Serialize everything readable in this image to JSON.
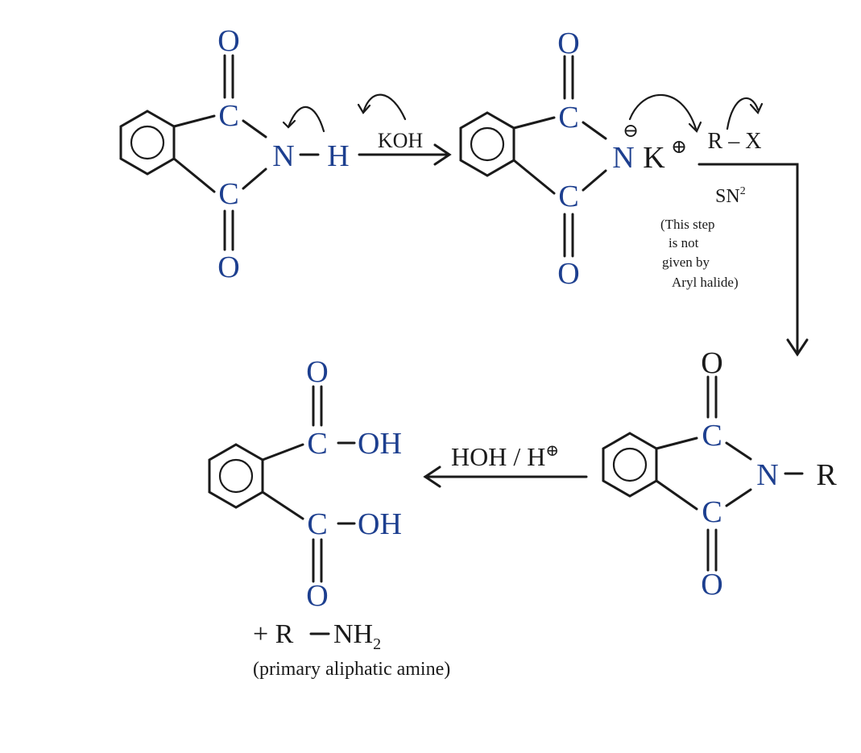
{
  "colors": {
    "ink": "#1a1a1a",
    "atom": "#1d3f8f",
    "background": "#ffffff"
  },
  "atoms": {
    "O": "O",
    "C": "C",
    "N": "N",
    "H": "H",
    "K": "K",
    "OH": "OH"
  },
  "bond_dash": "–",
  "charges": {
    "positive": "⊕",
    "negative": "⊖"
  },
  "reagents": {
    "step1": "KOH",
    "step2": "SN",
    "step2_sup": "2",
    "step3_a": "HOH / H",
    "step3_sup": "⊕"
  },
  "alkyl_halide": "R – X",
  "alkyl_group": "R",
  "note_lines": [
    "(This step",
    "is not",
    "given by",
    "Aryl halide)"
  ],
  "product": {
    "amine_prefix": "+ R",
    "amine_nh": "NH",
    "amine_sub": "2",
    "amine_label": "(primary aliphatic amine)"
  }
}
